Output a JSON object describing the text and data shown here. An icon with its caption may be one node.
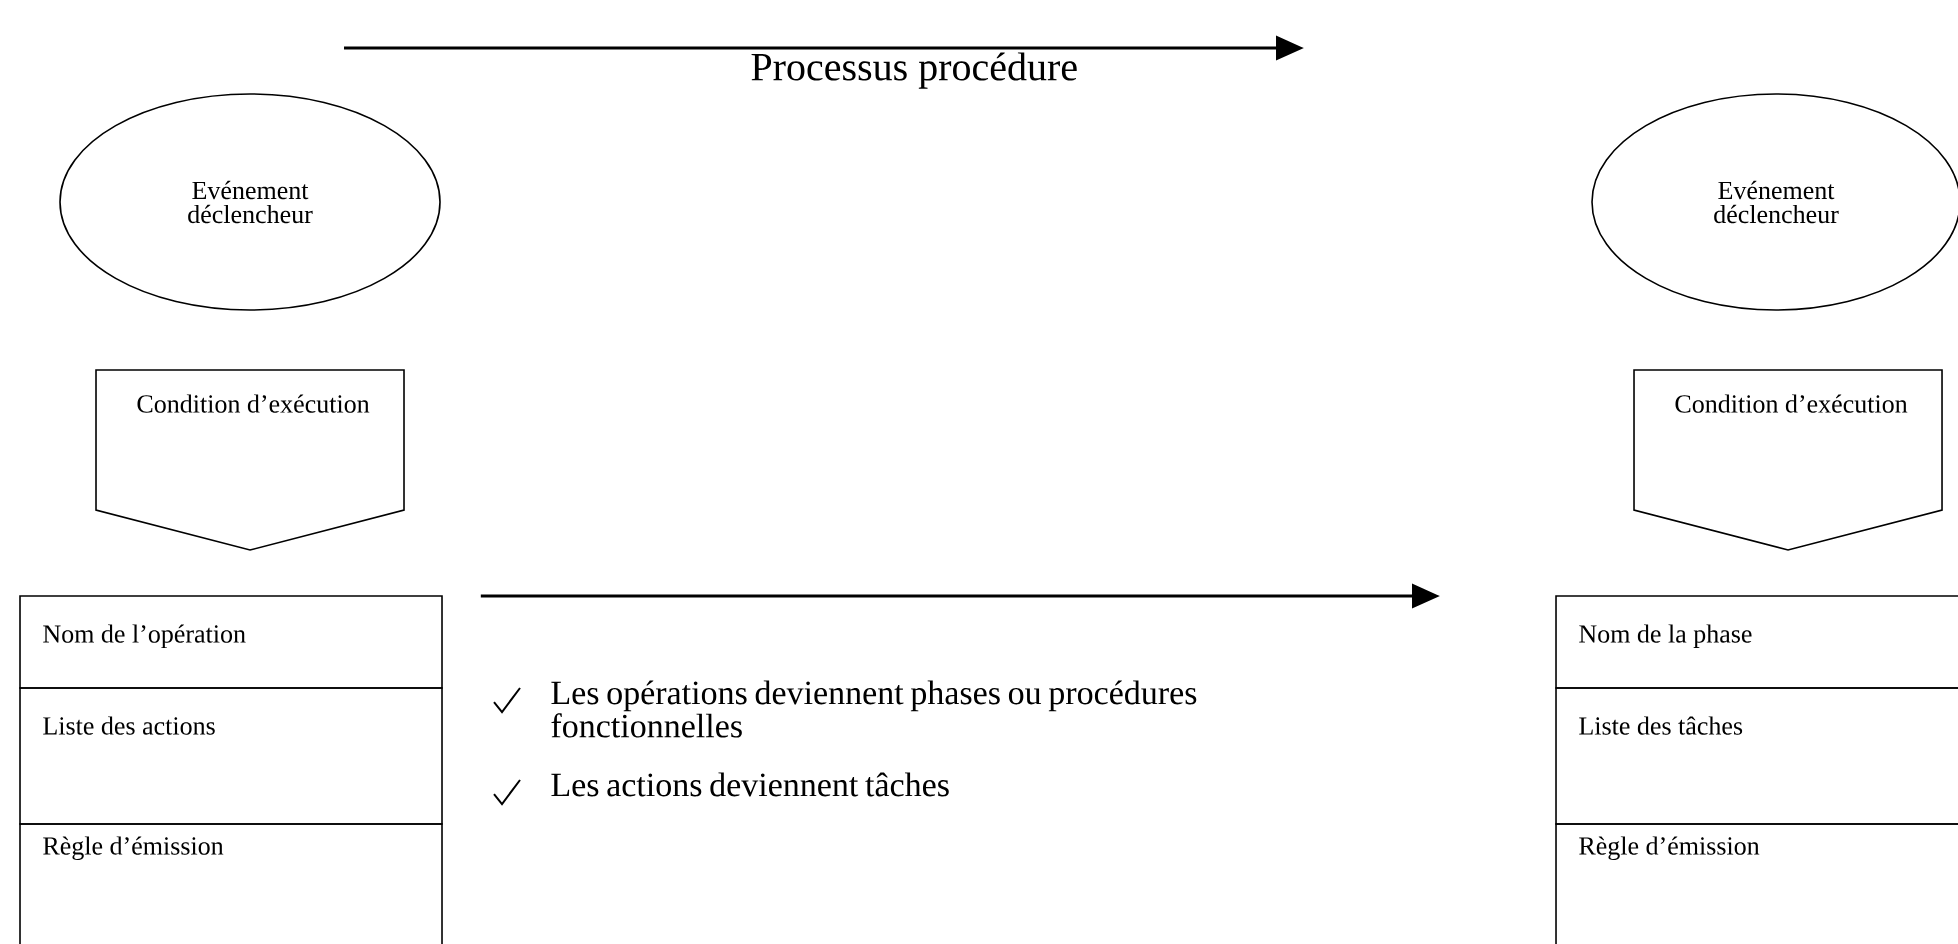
{
  "diagram": {
    "nodes": [
      {
        "text": [
          "Evénement déclencheur"
        ]
      },
      {
        "text": [
          "Condition d’exécution"
        ]
      },
      {
        "text": [
          "Nom de l’opération",
          "Liste des actions",
          "Règle d’émission"
        ]
      },
      {
        "text": [
          "Evénement déclencheur"
        ]
      },
      {
        "text": [
          "Condition d’exécution"
        ]
      },
      {
        "text": [
          "Nom de la phase",
          "Liste des tâches",
          "Règle d’émission"
        ]
      }
    ],
    "edges": [
      {
        "from": 2,
        "to": 5,
        "arrow": "to"
      }
    ],
    "labels": [
      "Processus procédure",
      "Les opérations deviennent phases ou procédures fonctionnelles",
      "Les actions deviennent tâches"
    ]
  }
}
